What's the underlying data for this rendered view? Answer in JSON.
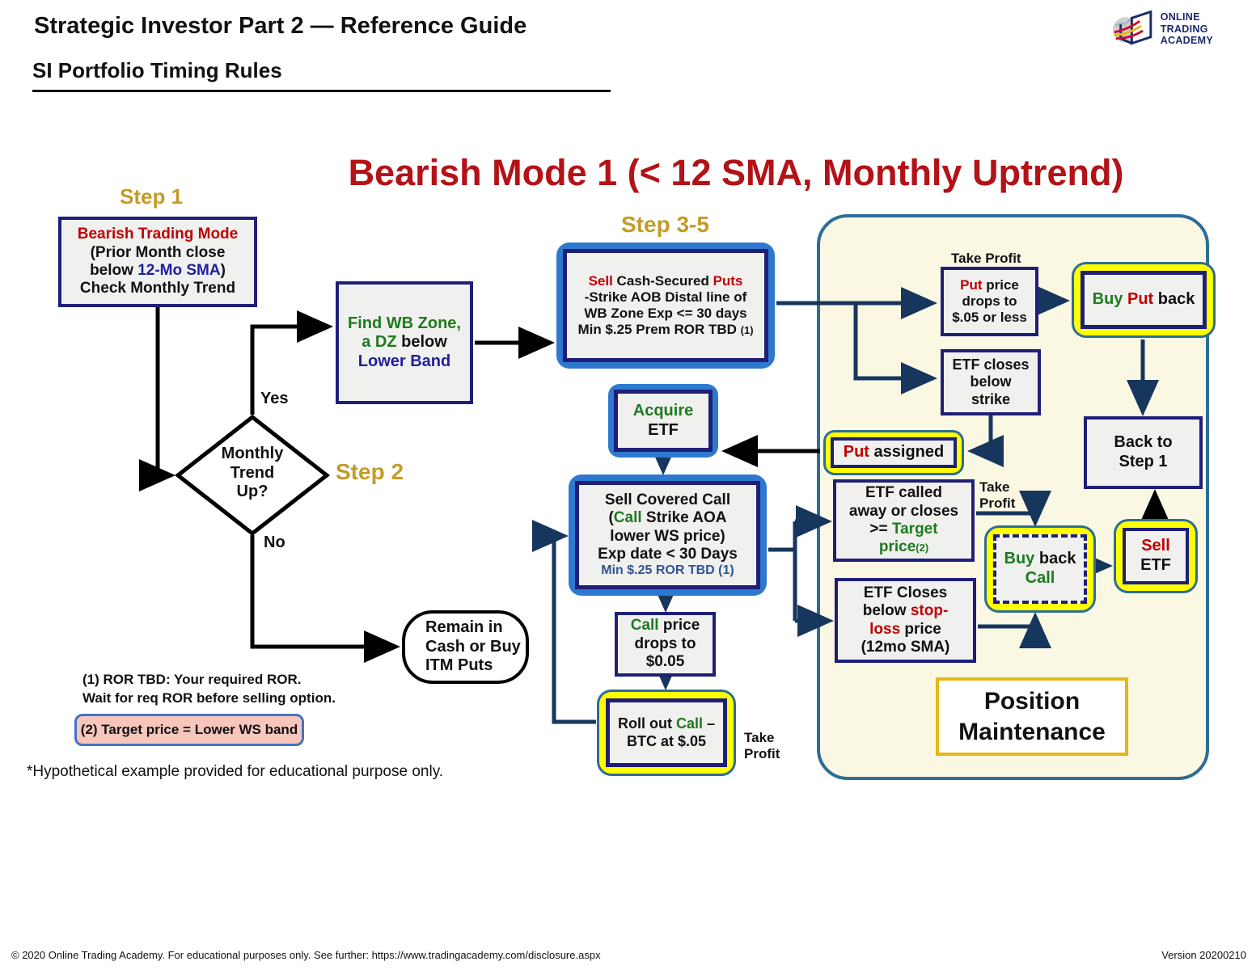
{
  "header": {
    "title": "Strategic Investor Part 2 — Reference Guide",
    "subtitle": "SI Portfolio Timing Rules",
    "logo_line1": "ONLINE TRADING",
    "logo_line2": "ACADEMY"
  },
  "diagram_title": "Bearish Mode 1 (< 12 SMA, Monthly Uptrend)",
  "step_labels": {
    "step1": "Step 1",
    "step2": "Step 2",
    "step35": "Step 3-5"
  },
  "colors": {
    "title_red": "#B31217",
    "text_red": "#C00000",
    "text_green": "#1E7A1E",
    "text_navy": "#1F1F9E",
    "border_navy": "#1F1F78",
    "outer_blue": "#2E78CF",
    "panel_border_teal": "#2D6D96",
    "panel_fill_cream": "#FAF8E2",
    "highlight_yellow": "#FFFF00",
    "step_gold": "#C49B27",
    "maintenance_gold": "#E8B717",
    "footnote_pink": "#F6C6BC"
  },
  "nodes": {
    "bearish_mode": {
      "l1": "Bearish Trading Mode",
      "l2": "(Prior Month close",
      "l3a": "below ",
      "l3b": "12-Mo SMA",
      "l3c": ")",
      "l4": "Check Monthly Trend"
    },
    "find_wb": {
      "l1": "Find WB Zone,",
      "l2a": "a DZ",
      "l2b": " below",
      "l3": "Lower Band"
    },
    "sell_csp": {
      "l1a": "Sell",
      "l1b": " Cash-Secured ",
      "l1c": "Puts",
      "l2": "-Strike AOB Distal line of",
      "l3": "WB Zone Exp <= 30 days",
      "l4a": "Min $.25 Prem ROR TBD ",
      "l4b": "(1)"
    },
    "monthly_trend": {
      "l1": "Monthly",
      "l2": "Trend",
      "l3": "Up?",
      "yes": "Yes",
      "no": "No"
    },
    "remain_cash": {
      "l1": "Remain in",
      "l2": "Cash or Buy",
      "l3": "ITM Puts"
    },
    "acquire_etf": {
      "l1": "Acquire",
      "l2": "ETF"
    },
    "sell_cc": {
      "l1": "Sell Covered Call",
      "l2a": "(",
      "l2b": "Call",
      "l2c": " Strike AOA",
      "l3": "lower WS price)",
      "l4": "Exp date < 30 Days",
      "l5": "Min $.25 ROR TBD (1)"
    },
    "call_price": {
      "l1a": "Call",
      "l1b": " price",
      "l2": "drops to",
      "l3": "$0.05"
    },
    "roll_out": {
      "l1a": "Roll out ",
      "l1b": "Call",
      "l1c": " –",
      "l2": "BTC at $.05",
      "label1": "Take",
      "label2": "Profit"
    },
    "put_price": {
      "label": "Take Profit",
      "l1a": "Put",
      "l1b": " price",
      "l2": "drops to",
      "l3": "$.05 or less"
    },
    "buy_put_back": {
      "l1a": "Buy ",
      "l1b": "Put",
      "l1c": " back"
    },
    "etf_below_strike": {
      "l1": "ETF  closes",
      "l2": "below",
      "l3": "strike"
    },
    "put_assigned": {
      "l1a": "Put",
      "l1b": " assigned"
    },
    "back_step1": {
      "l1": "Back to",
      "l2": "Step 1"
    },
    "etf_called": {
      "l1": "ETF called",
      "l2": "away or closes",
      "l3a": ">= ",
      "l3b": "Target",
      "l4a": "price",
      "l4b": "(2)",
      "label1": "Take",
      "label2": "Profit"
    },
    "buy_back_call": {
      "l1a": "Buy",
      "l1b": " back",
      "l2": "Call"
    },
    "sell_etf": {
      "l1": "Sell",
      "l2": "ETF"
    },
    "etf_stop_loss": {
      "l1": "ETF Closes",
      "l2a": "below ",
      "l2b": "stop-",
      "l3a": "loss",
      "l3b": " price",
      "l4": "(12mo SMA)"
    },
    "position_maintenance": {
      "l1": "Position",
      "l2": "Maintenance"
    }
  },
  "footnotes": {
    "f1_line1": "(1)  ROR TBD:  Your required ROR.",
    "f1_line2": "Wait for req ROR before selling option.",
    "f2": "(2) Target price = Lower WS band",
    "hypothetical": "*Hypothetical example provided for educational purpose only."
  },
  "footer": {
    "left": "© 2020 Online Trading Academy. For educational purposes only. See further: https://www.tradingacademy.com/disclosure.aspx",
    "right": "Version 20200210"
  }
}
